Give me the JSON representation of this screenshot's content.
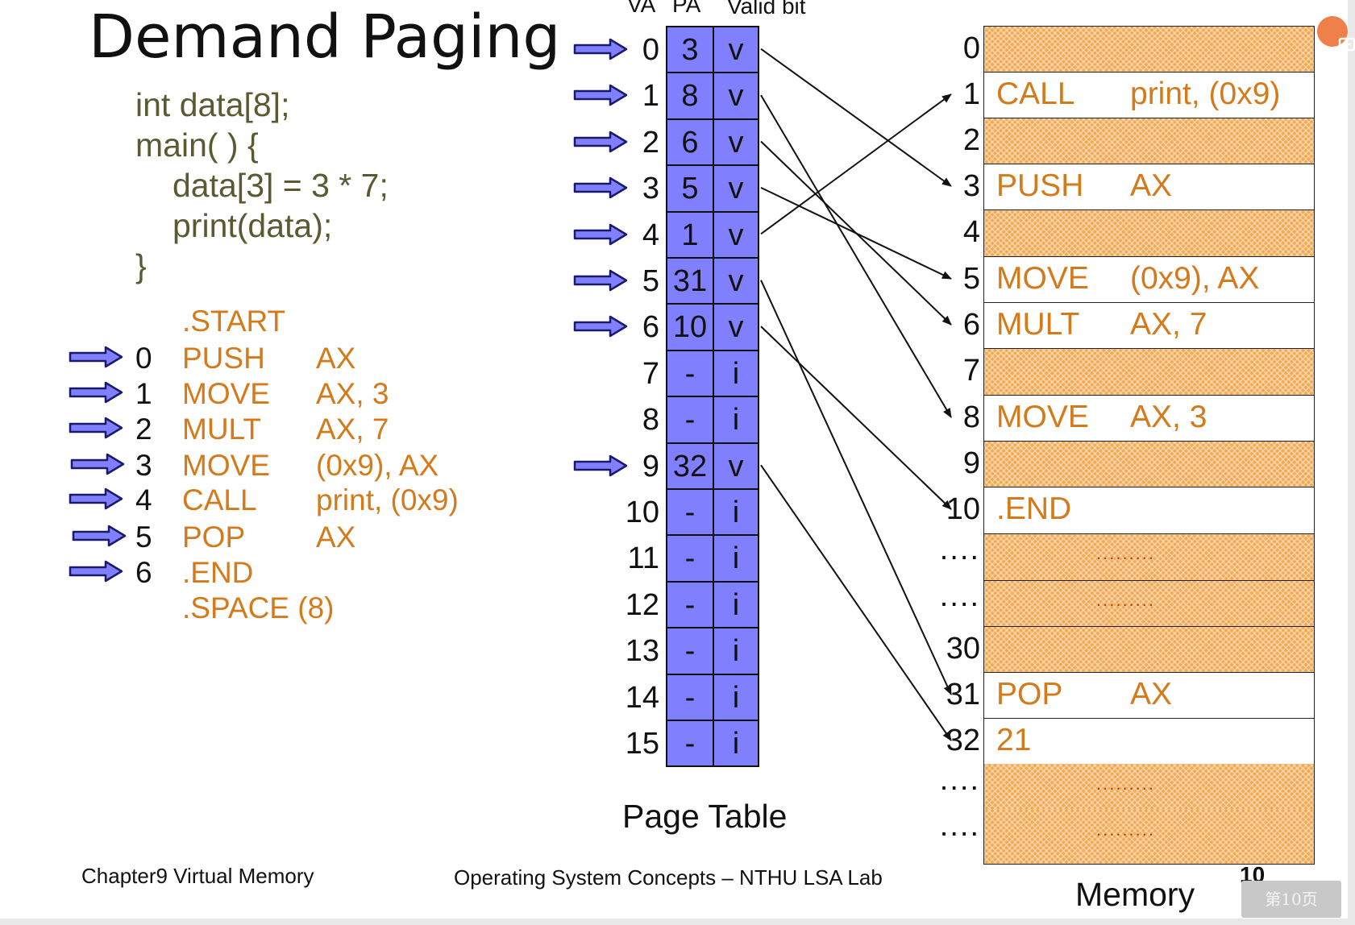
{
  "title": "Demand Paging",
  "source_code": [
    "int data[8];",
    "main( ) {",
    "data[3] = 3 * 7;",
    "print(data);",
    "}"
  ],
  "assembly": {
    "start": ".START",
    "lines": [
      {
        "num": "0",
        "op": "PUSH",
        "arg": "AX"
      },
      {
        "num": "1",
        "op": "MOVE",
        "arg": "AX, 3"
      },
      {
        "num": "2",
        "op": "MULT",
        "arg": "AX, 7"
      },
      {
        "num": "3",
        "op": "MOVE",
        "arg": "(0x9), AX"
      },
      {
        "num": "4",
        "op": "CALL",
        "arg": "print, (0x9)"
      },
      {
        "num": "5",
        "op": "POP",
        "arg": "AX"
      },
      {
        "num": "6",
        "op": ".END",
        "arg": ""
      }
    ],
    "space": ".SPACE (8)"
  },
  "page_table": {
    "headers": [
      "VA",
      "PA",
      "Valid bit"
    ],
    "caption": "Page Table",
    "rows": [
      {
        "va": "0",
        "pa": "3",
        "valid": "v"
      },
      {
        "va": "1",
        "pa": "8",
        "valid": "v"
      },
      {
        "va": "2",
        "pa": "6",
        "valid": "v"
      },
      {
        "va": "3",
        "pa": "5",
        "valid": "v"
      },
      {
        "va": "4",
        "pa": "1",
        "valid": "v"
      },
      {
        "va": "5",
        "pa": "31",
        "valid": "v"
      },
      {
        "va": "6",
        "pa": "10",
        "valid": "v"
      },
      {
        "va": "7",
        "pa": "-",
        "valid": "i"
      },
      {
        "va": "8",
        "pa": "-",
        "valid": "i"
      },
      {
        "va": "9",
        "pa": "32",
        "valid": "v"
      },
      {
        "va": "10",
        "pa": "-",
        "valid": "i"
      },
      {
        "va": "11",
        "pa": "-",
        "valid": "i"
      },
      {
        "va": "12",
        "pa": "-",
        "valid": "i"
      },
      {
        "va": "13",
        "pa": "-",
        "valid": "i"
      },
      {
        "va": "14",
        "pa": "-",
        "valid": "i"
      },
      {
        "va": "15",
        "pa": "-",
        "valid": "i"
      }
    ]
  },
  "memory": {
    "caption": "Memory",
    "frames": [
      {
        "label": "0",
        "op": "",
        "arg": "",
        "filled": true
      },
      {
        "label": "1",
        "op": "CALL",
        "arg": "print, (0x9)",
        "filled": false
      },
      {
        "label": "2",
        "op": "",
        "arg": "",
        "filled": true
      },
      {
        "label": "3",
        "op": "PUSH",
        "arg": "AX",
        "filled": false
      },
      {
        "label": "4",
        "op": "",
        "arg": "",
        "filled": true
      },
      {
        "label": "5",
        "op": "MOVE",
        "arg": "(0x9), AX",
        "filled": false
      },
      {
        "label": "6",
        "op": "MULT",
        "arg": "AX, 7",
        "filled": false
      },
      {
        "label": "7",
        "op": "",
        "arg": "",
        "filled": true
      },
      {
        "label": "8",
        "op": "MOVE",
        "arg": "AX, 3",
        "filled": false
      },
      {
        "label": "9",
        "op": "",
        "arg": "",
        "filled": true
      },
      {
        "label": "10",
        "op": ".END",
        "arg": "",
        "filled": false
      },
      {
        "label": "....",
        "op": "",
        "arg": "",
        "filled": true,
        "fill_text": "........."
      },
      {
        "label": "....",
        "op": "",
        "arg": "",
        "filled": true,
        "fill_text": "........."
      },
      {
        "label": "30",
        "op": "",
        "arg": "",
        "filled": true
      },
      {
        "label": "31",
        "op": "POP",
        "arg": "AX",
        "filled": false
      },
      {
        "label": "32",
        "op": "21",
        "arg": "",
        "filled": false
      },
      {
        "label": "....",
        "op": "",
        "arg": "",
        "filled": true,
        "fill_text": "........."
      },
      {
        "label": "....",
        "op": "",
        "arg": "",
        "filled": true,
        "fill_text": "........."
      }
    ]
  },
  "footer": {
    "left": "Chapter9 Virtual Memory",
    "center": "Operating System Concepts – NTHU LSA Lab",
    "page_number": "10",
    "page_indicator": "第10页"
  },
  "colors": {
    "asm": "#d47a1a",
    "code": "#5a5a32",
    "page_table": "#8080ff",
    "memory_fill": "#f0a850",
    "arrow_fill": "#8080ff"
  },
  "icons": [
    "arrow-right-icon",
    "overlay-action-icon"
  ]
}
